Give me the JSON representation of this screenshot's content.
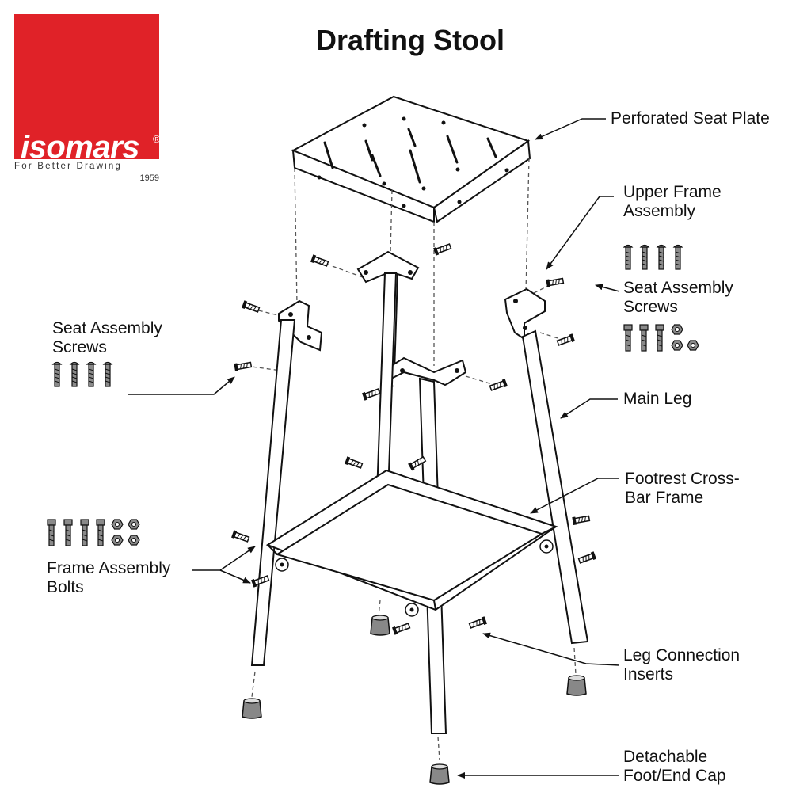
{
  "title": "Drafting Stool",
  "brand": {
    "name": "isomars",
    "registered": "®",
    "tagline": "For Better Drawing",
    "year": "1959",
    "color": "#e02228"
  },
  "labels": {
    "seat_plate": "Perforated Seat Plate",
    "upper_frame": [
      "Upper Frame",
      "Assembly"
    ],
    "seat_screws_right": [
      "Seat Assembly",
      "Screws"
    ],
    "seat_screws_left": [
      "Seat Assembly",
      "Screws"
    ],
    "main_leg": "Main Leg",
    "footrest": [
      "Footrest Cross-",
      "Bar Frame"
    ],
    "frame_bolts": [
      "Frame Assembly",
      "Bolts"
    ],
    "leg_inserts": [
      "Leg Connection",
      "Inserts"
    ],
    "foot_cap": [
      "Detachable",
      "Foot/End Cap"
    ]
  },
  "colors": {
    "line": "#111111",
    "dashed": "#555555",
    "hardware": "#8a8a8a"
  }
}
